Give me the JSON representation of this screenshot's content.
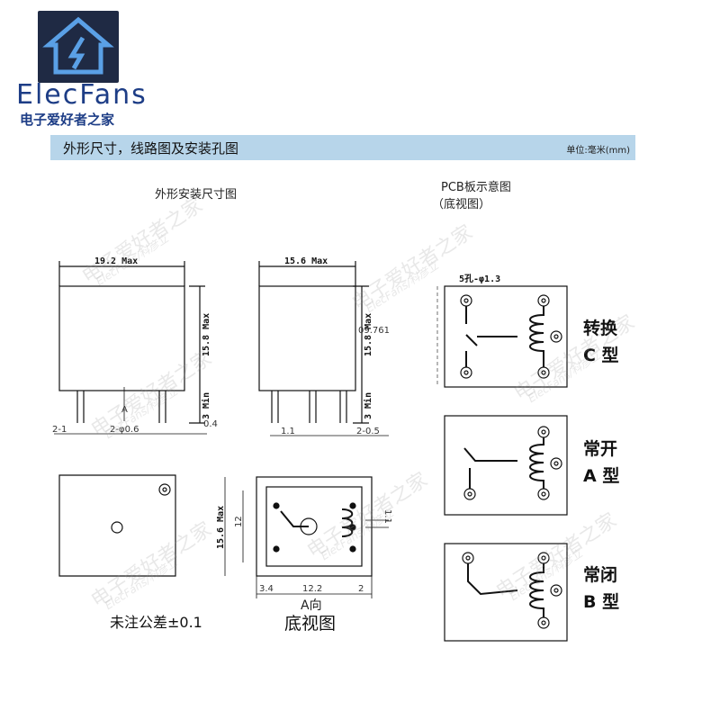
{
  "brand": {
    "name": "ElecFans",
    "cn": "电子爱好者之家"
  },
  "header": {
    "title": "外形尺寸，线路图及安装孔图",
    "unit": "单位:毫米(mm)"
  },
  "captions": {
    "outline": "外形安装尺寸图",
    "pcb": "PCB板示意图",
    "pcb_sub": "（底视图）",
    "tolerance": "未注公差±0.1",
    "bottom_view": "底视图",
    "direction": "A向"
  },
  "front_view": {
    "width": "19.2 Max",
    "height": "15.8 Max",
    "pin_len": "3 Min",
    "pin_pitch": "2-1",
    "pin_dia": "2-φ0.6",
    "arrow": "A",
    "offset": "0.4"
  },
  "side_view": {
    "width": "15.6 Max",
    "height": "15.8 Max",
    "pin_len": "3 Min",
    "left": "1.1",
    "pin": "2-0.5",
    "stray": "09.761"
  },
  "bottom_view": {
    "height": "15.6 Max",
    "inner": "12",
    "right": "1.1",
    "b1": "3.4",
    "b2": "12.2",
    "b3": "2"
  },
  "pcb": {
    "holes": "5孔-φ1.3"
  },
  "types": [
    {
      "l1": "转换",
      "l2": "C 型"
    },
    {
      "l1": "常开",
      "l2": "A 型"
    },
    {
      "l1": "常闭",
      "l2": "B 型"
    }
  ],
  "watermark": {
    "cn": "电子爱好者之家",
    "en": "ElecFans/科彦立"
  }
}
